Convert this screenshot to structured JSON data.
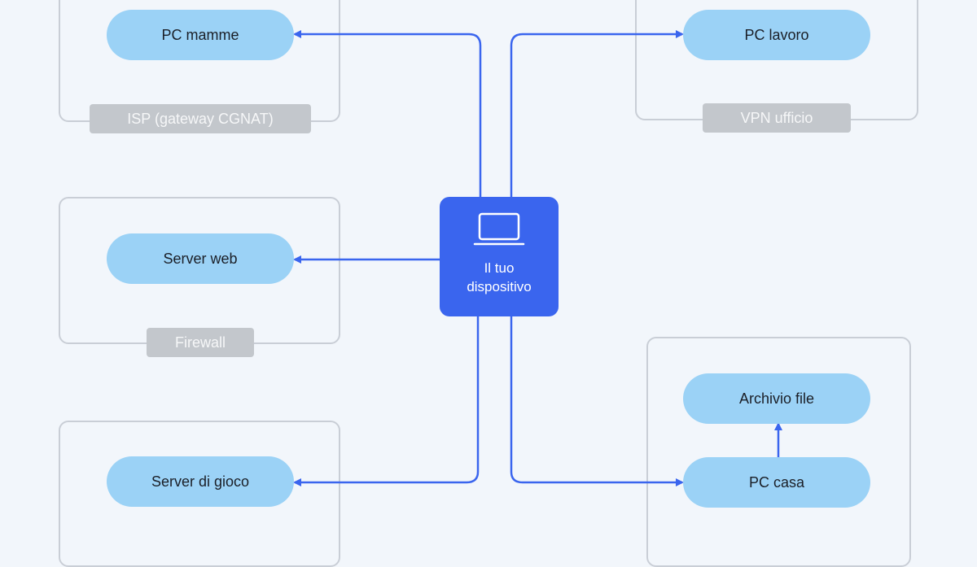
{
  "colors": {
    "background": "#f2f6fb",
    "node_fill": "#9bd2f6",
    "device_fill": "#3a65ee",
    "connector": "#3a65ee",
    "group_border": "#c9ced6",
    "tag_fill": "#c3c7cc"
  },
  "device": {
    "icon": "laptop-icon",
    "label": "Il tuo dispositivo"
  },
  "groups": [
    {
      "tag": "ISP (gateway CGNAT)",
      "nodes": [
        "PC mamme"
      ]
    },
    {
      "tag": "VPN ufficio",
      "nodes": [
        "PC lavoro"
      ]
    },
    {
      "tag": "Firewall",
      "nodes": [
        "Server web"
      ]
    },
    {
      "tag": "",
      "nodes": [
        "Server di gioco"
      ]
    },
    {
      "tag": "",
      "nodes": [
        "Archivio file",
        "PC casa"
      ]
    }
  ]
}
